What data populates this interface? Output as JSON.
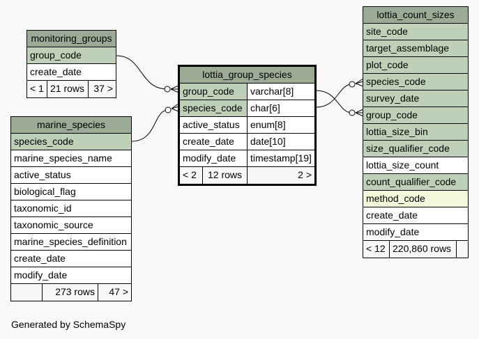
{
  "monitoring_groups": {
    "title": "monitoring_groups",
    "columns": [
      "group_code",
      "create_date"
    ],
    "footer": {
      "parents": "< 1",
      "rows": "21 rows",
      "children": "37 >"
    }
  },
  "marine_species": {
    "title": "marine_species",
    "columns": [
      "species_code",
      "marine_species_name",
      "active_status",
      "biological_flag",
      "taxonomic_id",
      "taxonomic_source",
      "marine_species_definition",
      "create_date",
      "modify_date"
    ],
    "footer": {
      "parents": "",
      "rows": "273 rows",
      "children": "47 >"
    }
  },
  "lottia_group_species": {
    "title": "lottia_group_species",
    "columns": [
      {
        "name": "group_code",
        "type": "varchar[8]"
      },
      {
        "name": "species_code",
        "type": "char[6]"
      },
      {
        "name": "active_status",
        "type": "enum[8]"
      },
      {
        "name": "create_date",
        "type": "date[10]"
      },
      {
        "name": "modify_date",
        "type": "timestamp[19]"
      }
    ],
    "footer": {
      "parents": "< 2",
      "rows": "12 rows",
      "children": "2 >"
    }
  },
  "lottia_count_sizes": {
    "title": "lottia_count_sizes",
    "columns": [
      "site_code",
      "target_assemblage",
      "plot_code",
      "species_code",
      "survey_date",
      "group_code",
      "lottia_size_bin",
      "size_qualifier_code",
      "lottia_size_count",
      "count_qualifier_code",
      "method_code",
      "create_date",
      "modify_date"
    ],
    "footer": {
      "parents": "< 12",
      "rows": "220,860 rows",
      "children": ""
    }
  },
  "credit": "Generated by SchemaSpy",
  "colors": {
    "header": "#9bab96",
    "key_column": "#bed1b8",
    "indexed_column": "#f4f7da",
    "background": "#f8f8f8"
  }
}
